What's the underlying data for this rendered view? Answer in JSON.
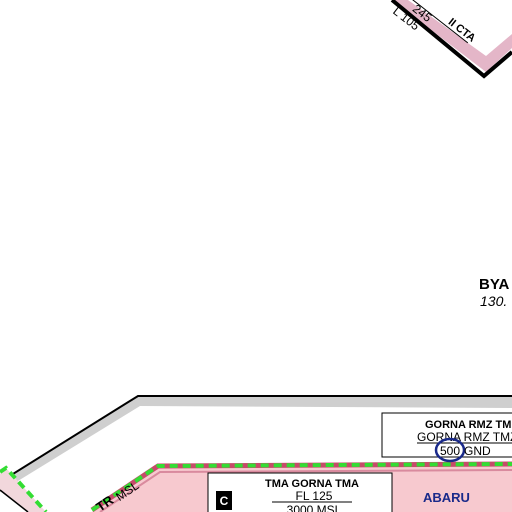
{
  "colors": {
    "cta_fill": "#e4b6c8",
    "cta_border": "#000000",
    "tma_fill": "#f7c9cf",
    "tma_edge": "#c64b6a",
    "green_dash": "#33dd33",
    "grey_band": "#cfcfcf",
    "navy": "#1a2a8a",
    "map_bg": "#ffffff"
  },
  "cta_label": {
    "name": "II CTA",
    "upper": "245",
    "lower": "L 105"
  },
  "byala": {
    "name": "BYA",
    "freq": "130."
  },
  "rmz_box": {
    "title": "GORNA RMZ TM",
    "subtitle": "GORNA RMZ TMZ",
    "upper": "500",
    "lower": "GND"
  },
  "tma_box": {
    "class_letter": "C",
    "title": "TMA GORNA TMA",
    "upper": "FL 125",
    "lower": "3000 MSL"
  },
  "abaru": {
    "name": "ABARU"
  },
  "ctr_label": {
    "name": "TR",
    "lower": "MSL"
  }
}
